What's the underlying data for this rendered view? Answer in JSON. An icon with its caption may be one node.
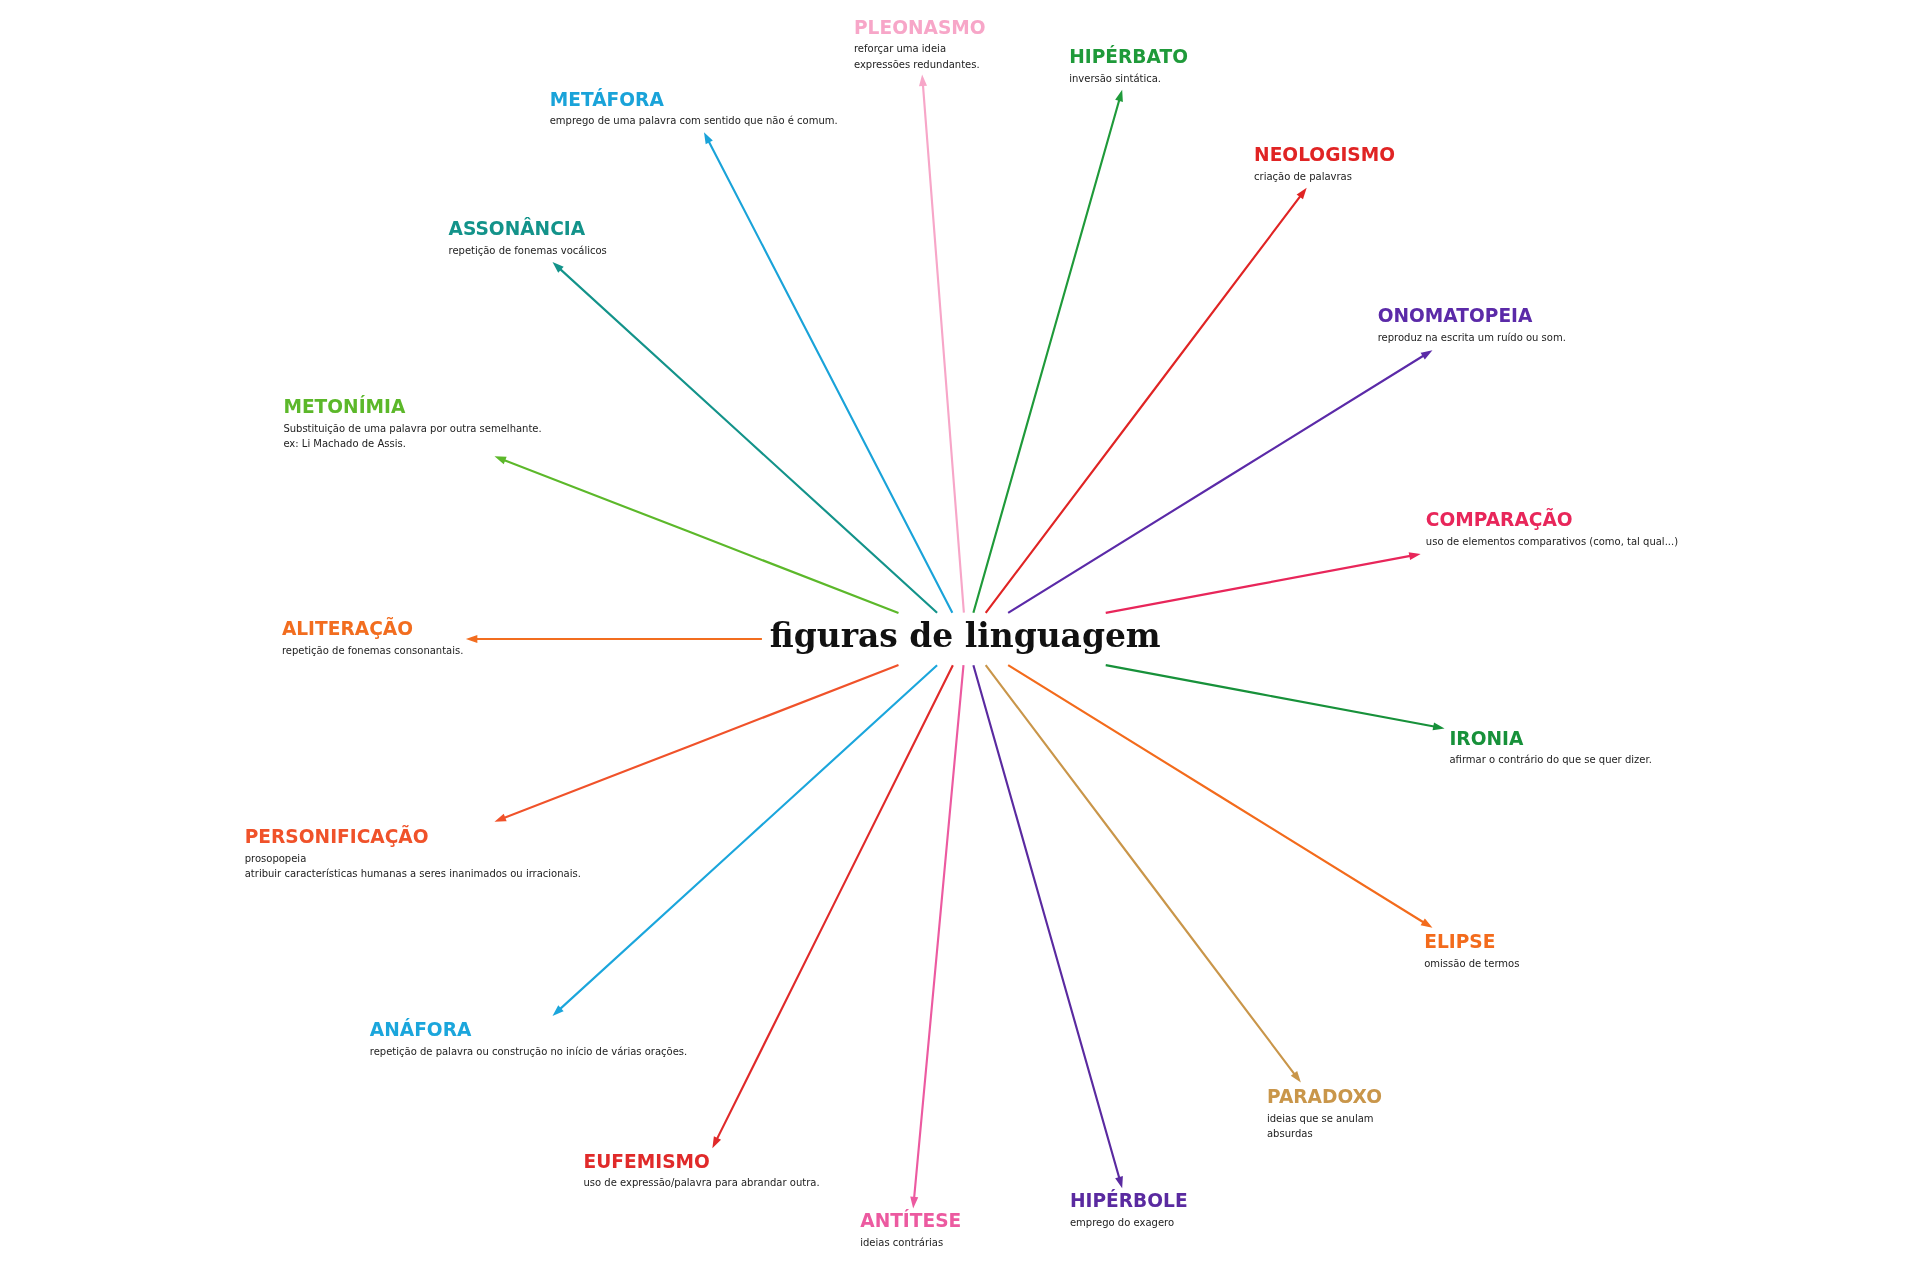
{
  "diagram": {
    "nodes": [
      {
        "text": [
          "figuras de linguagem"
        ]
      },
      {
        "text": [
          "COMPARAÇÃO",
          "uso de elementos comparativos (como, tal qual...)"
        ]
      },
      {
        "text": [
          "ONOMATOPEIA",
          "reproduz na escrita um ruído ou som."
        ]
      },
      {
        "text": [
          "NEOLOGISMO",
          "criação de palavras"
        ]
      },
      {
        "text": [
          "HIPÉRBATO",
          "inversão sintática."
        ]
      },
      {
        "text": [
          "PLEONASMO",
          "reforçar uma ideia",
          "expressões redundantes."
        ]
      },
      {
        "text": [
          "METÁFORA",
          "emprego de uma palavra com sentido que não é comum."
        ]
      },
      {
        "text": [
          "ASSONÂNCIA",
          "repetição de fonemas vocálicos"
        ]
      },
      {
        "text": [
          "METONÍMIA",
          "Substituição de uma palavra por outra semelhante.",
          "ex: Li Machado de Assis."
        ]
      },
      {
        "text": [
          "ALITERAÇÃO",
          "repetição de fonemas consonantais."
        ]
      },
      {
        "text": [
          "PERSONIFICAÇÃO",
          "prosopopeia",
          "atribuir características humanas a seres inanimados ou irracionais."
        ]
      },
      {
        "text": [
          "ANÁFORA",
          "repetição de palavra ou construção no início de várias orações."
        ]
      },
      {
        "text": [
          "EUFEMISMO",
          "uso de expressão/palavra para abrandar outra."
        ]
      },
      {
        "text": [
          "ANTÍTESE",
          "ideias contrárias"
        ]
      },
      {
        "text": [
          "HIPÉRBOLE",
          "emprego do exagero"
        ]
      },
      {
        "text": [
          "PARADOXO",
          "ideias que se anulam",
          "absurdas"
        ]
      },
      {
        "text": [
          "ELIPSE",
          "omissão de termos"
        ]
      },
      {
        "text": [
          "IRONIA",
          "afirmar o contrário do que se quer dizer."
        ]
      }
    ],
    "edges": [
      {
        "from": 0,
        "to": 1,
        "arrow": "to",
        "color": "#e8265a"
      },
      {
        "from": 0,
        "to": 2,
        "arrow": "to",
        "color": "#5b2aa8"
      },
      {
        "from": 0,
        "to": 3,
        "arrow": "to",
        "color": "#e02424"
      },
      {
        "from": 0,
        "to": 4,
        "arrow": "to",
        "color": "#1f9a3a"
      },
      {
        "from": 0,
        "to": 5,
        "arrow": "to",
        "color": "#f7a6c8"
      },
      {
        "from": 0,
        "to": 6,
        "arrow": "to",
        "color": "#1aa3d9"
      },
      {
        "from": 0,
        "to": 7,
        "arrow": "to",
        "color": "#13938a"
      },
      {
        "from": 0,
        "to": 8,
        "arrow": "to",
        "color": "#5cb82a"
      },
      {
        "from": 0,
        "to": 9,
        "arrow": "to",
        "color": "#f26d1f"
      },
      {
        "from": 0,
        "to": 10,
        "arrow": "to",
        "color": "#f0522a"
      },
      {
        "from": 0,
        "to": 11,
        "arrow": "to",
        "color": "#1ba6dc"
      },
      {
        "from": 0,
        "to": 12,
        "arrow": "to",
        "color": "#e02a2a"
      },
      {
        "from": 0,
        "to": 13,
        "arrow": "to",
        "color": "#ec5aa0"
      },
      {
        "from": 0,
        "to": 14,
        "arrow": "to",
        "color": "#5a2aa0"
      },
      {
        "from": 0,
        "to": 15,
        "arrow": "to",
        "color": "#c9964a"
      },
      {
        "from": 0,
        "to": 16,
        "arrow": "to",
        "color": "#f36b1c"
      },
      {
        "from": 0,
        "to": 17,
        "arrow": "to",
        "color": "#17913a"
      }
    ]
  }
}
